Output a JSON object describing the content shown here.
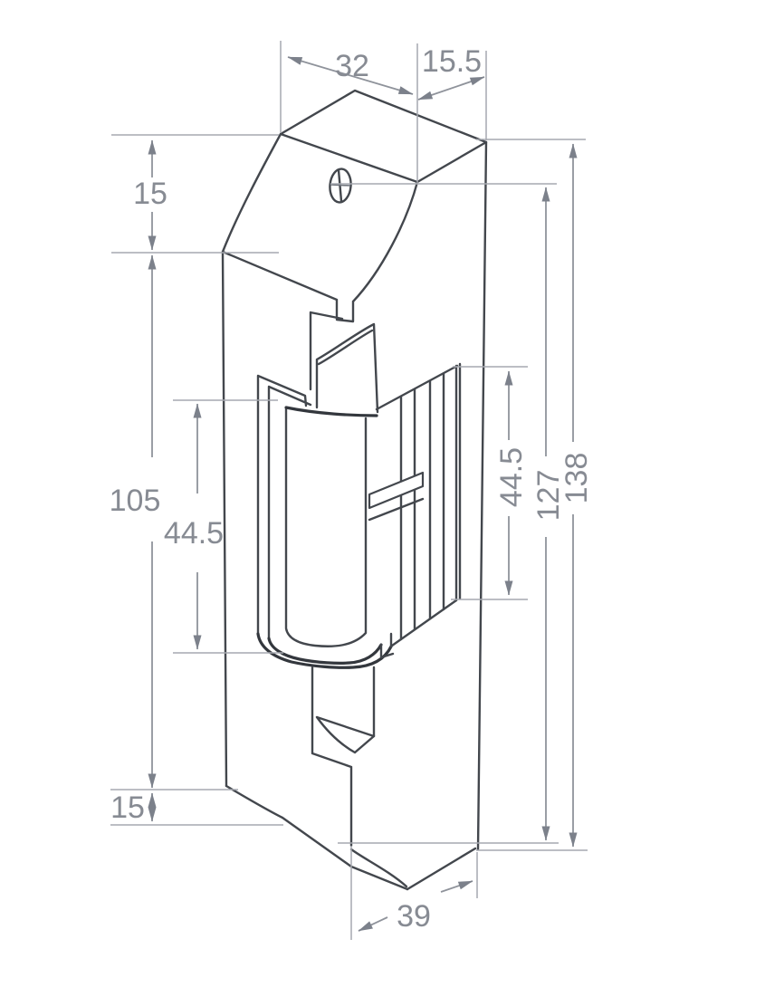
{
  "drawing": {
    "kind": "technical-dimension-drawing",
    "dims": {
      "d32": {
        "value": "32",
        "orientation": "oblique-top"
      },
      "d155": {
        "value": "15.5",
        "orientation": "oblique-top"
      },
      "d15_top": {
        "value": "15",
        "orientation": "vertical-left"
      },
      "d105": {
        "value": "105",
        "orientation": "vertical-left"
      },
      "d445_left": {
        "value": "44.5",
        "orientation": "vertical-left"
      },
      "d445_right": {
        "value": "44.5",
        "orientation": "vertical-right-rotated"
      },
      "d127": {
        "value": "127",
        "orientation": "vertical-right-rotated"
      },
      "d138": {
        "value": "138",
        "orientation": "vertical-right-rotated"
      },
      "d15_bottom": {
        "value": "15",
        "orientation": "vertical-left"
      },
      "d39": {
        "value": "39",
        "orientation": "oblique-bottom"
      }
    }
  }
}
